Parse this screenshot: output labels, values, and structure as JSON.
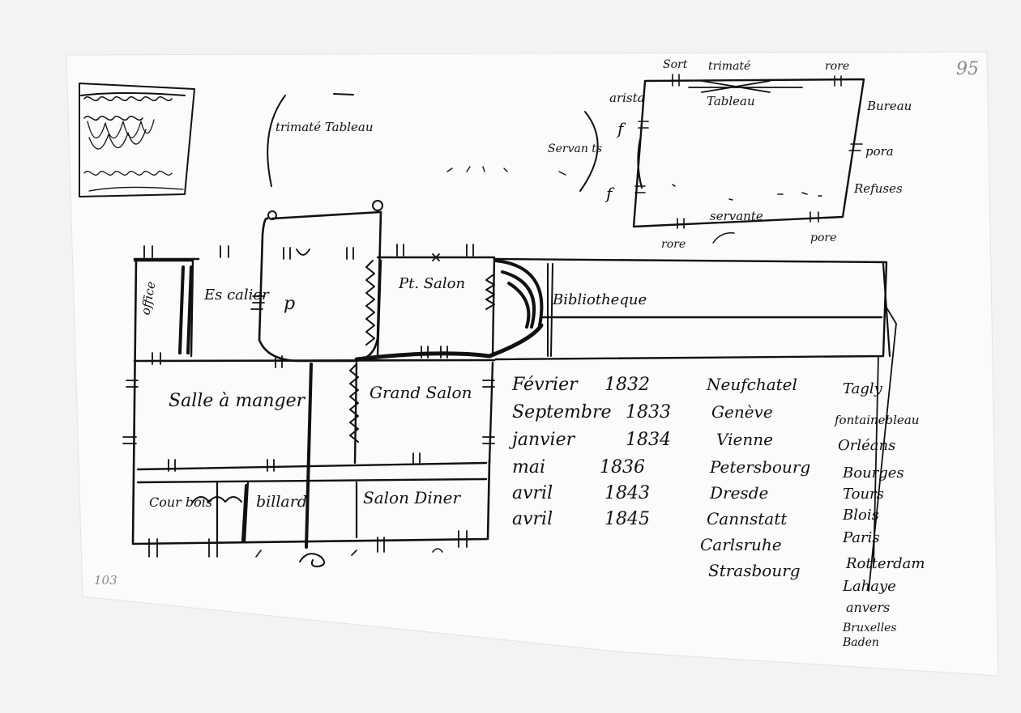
{
  "sheet": {
    "page_number": "95",
    "catalog_number": "103"
  },
  "plan": {
    "rooms": {
      "office": "office",
      "escalier": "Es calier",
      "petit_salon": "Pt. Salon",
      "bibliotheque": "Bibliotheque",
      "salle_a_manger": "Salle à manger",
      "grand_salon": "Grand Salon",
      "cour_bois": "Cour bois",
      "billard": "billard",
      "salon_diner": "Salon Diner",
      "room_p": "p",
      "oval_niche": "trimaté Tableau",
      "servants_niche": "Servan ts"
    }
  },
  "small_plan": {
    "top_labels": {
      "left": "Sort",
      "middle": "trimaté",
      "right": "rore"
    },
    "tableau": "Tableau",
    "left_label": "arista",
    "right_labels": [
      "Bureau",
      "pora",
      "Refuses"
    ],
    "bottom_labels": {
      "left": "rore",
      "middle": "servante",
      "right": "pore"
    },
    "door_marks": [
      "f",
      "f"
    ]
  },
  "dates": [
    {
      "month": "Février",
      "year": "1832"
    },
    {
      "month": "Septembre",
      "year": "1833"
    },
    {
      "month": "janvier",
      "year": "1834"
    },
    {
      "month": "mai",
      "year": "1836"
    },
    {
      "month": "avril",
      "year": "1843"
    },
    {
      "month": "avril",
      "year": "1845"
    }
  ],
  "cities_col1": [
    "Neufchatel",
    "Genève",
    "Vienne",
    "Petersbourg",
    "Dresde",
    "Cannstatt",
    "Carlsruhe",
    "Strasbourg"
  ],
  "cities_col2": [
    "Tagly",
    "fontainebleau",
    "Orléans",
    "Bourges",
    "Tours",
    "Blois",
    "Paris",
    "Rotterdam",
    "Lahaye",
    "anvers",
    "Bruxelles",
    "Baden"
  ]
}
